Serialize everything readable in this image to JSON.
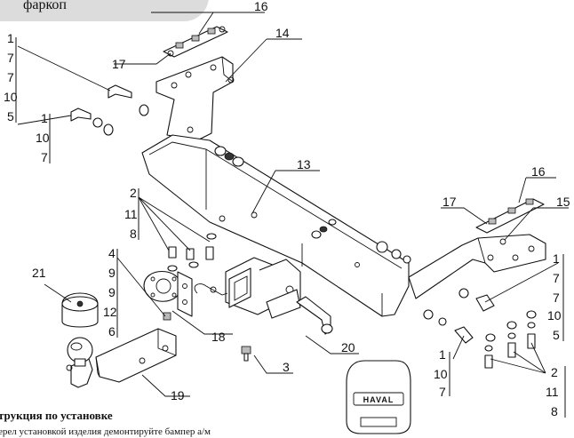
{
  "header": {
    "title": "фаркоп"
  },
  "diagram": {
    "callouts": {
      "c16a": "16",
      "c17a": "17",
      "c14": "14",
      "c13": "13",
      "c16b": "16",
      "c17b": "17",
      "c15": "15",
      "c21": "21",
      "c18": "18",
      "c20": "20",
      "c3": "3",
      "c19": "19"
    },
    "stacks": {
      "left_top": [
        "1",
        "7",
        "7",
        "10",
        "5"
      ],
      "left_mid": [
        "1",
        "10",
        "7"
      ],
      "upper_center": [
        "2",
        "11",
        "8"
      ],
      "lower_left": [
        "4",
        "9",
        "9",
        "12",
        "6"
      ],
      "right_top": [
        "1",
        "7",
        "7",
        "10",
        "5"
      ],
      "right_mid": [
        "1",
        "10",
        "7"
      ],
      "right_low": [
        "2",
        "11",
        "8"
      ]
    },
    "badge_text": "HAVAL"
  },
  "footer": {
    "title": "трукция по установке",
    "line": "ерел установкой изделия демонтируйте бампер а/м"
  }
}
